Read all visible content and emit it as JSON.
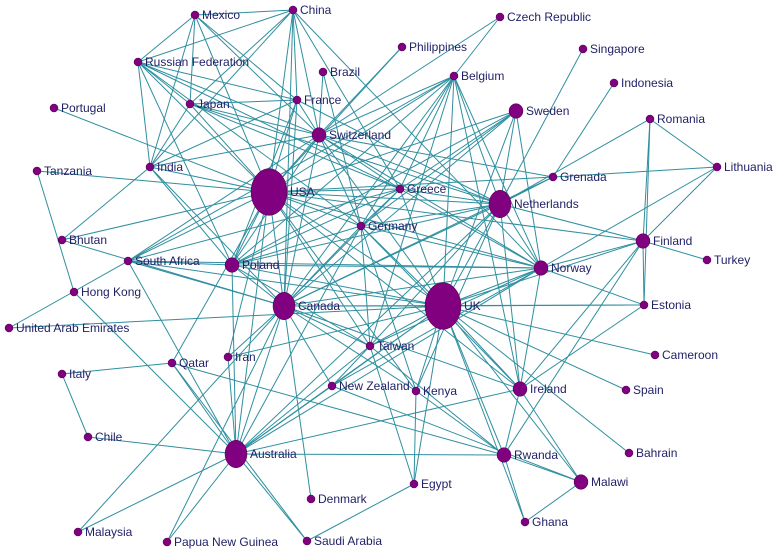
{
  "colors": {
    "edge": "#2f8f9f",
    "node": "#800080",
    "label": "#1f1f66"
  },
  "nodes": [
    {
      "id": "Mexico",
      "label": "Mexico",
      "size": "small"
    },
    {
      "id": "China",
      "label": "China",
      "size": "small"
    },
    {
      "id": "CzechRepublic",
      "label": "Czech Republic",
      "size": "small"
    },
    {
      "id": "Philippines",
      "label": "Philippines",
      "size": "small"
    },
    {
      "id": "Singapore",
      "label": "Singapore",
      "size": "small"
    },
    {
      "id": "Belgium",
      "label": "Belgium",
      "size": "small"
    },
    {
      "id": "Russia",
      "label": "Russian Federation",
      "size": "small"
    },
    {
      "id": "Brazil",
      "label": "Brazil",
      "size": "small"
    },
    {
      "id": "Indonesia",
      "label": "Indonesia",
      "size": "small"
    },
    {
      "id": "Portugal",
      "label": "Portugal",
      "size": "small"
    },
    {
      "id": "Japan",
      "label": "Japan",
      "size": "small"
    },
    {
      "id": "France",
      "label": "France",
      "size": "small"
    },
    {
      "id": "Sweden",
      "label": "Sweden",
      "size": "medium"
    },
    {
      "id": "Romania",
      "label": "Romania",
      "size": "small"
    },
    {
      "id": "Switzerland",
      "label": "Switzerland",
      "size": "medium"
    },
    {
      "id": "Tanzania",
      "label": "Tanzania",
      "size": "small"
    },
    {
      "id": "India",
      "label": "India",
      "size": "small"
    },
    {
      "id": "USA",
      "label": "USA",
      "size": "xlarge"
    },
    {
      "id": "Grenada",
      "label": "Grenada",
      "size": "small"
    },
    {
      "id": "Lithuania",
      "label": "Lithuania",
      "size": "small"
    },
    {
      "id": "Greece",
      "label": "Greece",
      "size": "small"
    },
    {
      "id": "Netherlands",
      "label": "Netherlands",
      "size": "large"
    },
    {
      "id": "Germany",
      "label": "Germany",
      "size": "small"
    },
    {
      "id": "Bhutan",
      "label": "Bhutan",
      "size": "small"
    },
    {
      "id": "Finland",
      "label": "Finland",
      "size": "medium"
    },
    {
      "id": "SouthAfrica",
      "label": "South Africa",
      "size": "small"
    },
    {
      "id": "Poland",
      "label": "Poland",
      "size": "medium"
    },
    {
      "id": "Norway",
      "label": "Norway",
      "size": "medium"
    },
    {
      "id": "Turkey",
      "label": "Turkey",
      "size": "small"
    },
    {
      "id": "HongKong",
      "label": "Hong Kong",
      "size": "small"
    },
    {
      "id": "UK",
      "label": "UK",
      "size": "xlarge"
    },
    {
      "id": "Canada",
      "label": "Canada",
      "size": "large"
    },
    {
      "id": "Estonia",
      "label": "Estonia",
      "size": "small"
    },
    {
      "id": "UAE",
      "label": "United Arab Emirates",
      "size": "small"
    },
    {
      "id": "Taiwan",
      "label": "Taiwan",
      "size": "small"
    },
    {
      "id": "Iran",
      "label": "Iran",
      "size": "small"
    },
    {
      "id": "Qatar",
      "label": "Qatar",
      "size": "small"
    },
    {
      "id": "Cameroon",
      "label": "Cameroon",
      "size": "small"
    },
    {
      "id": "Italy",
      "label": "Italy",
      "size": "small"
    },
    {
      "id": "NewZealand",
      "label": "New Zealand",
      "size": "small"
    },
    {
      "id": "Kenya",
      "label": "Kenya",
      "size": "small"
    },
    {
      "id": "Ireland",
      "label": "Ireland",
      "size": "medium"
    },
    {
      "id": "Spain",
      "label": "Spain",
      "size": "small"
    },
    {
      "id": "Chile",
      "label": "Chile",
      "size": "small"
    },
    {
      "id": "Australia",
      "label": "Australia",
      "size": "large"
    },
    {
      "id": "Rwanda",
      "label": "Rwanda",
      "size": "medium"
    },
    {
      "id": "Bahrain",
      "label": "Bahrain",
      "size": "small"
    },
    {
      "id": "Malawi",
      "label": "Malawi",
      "size": "medium"
    },
    {
      "id": "Denmark",
      "label": "Denmark",
      "size": "small"
    },
    {
      "id": "Egypt",
      "label": "Egypt",
      "size": "small"
    },
    {
      "id": "Ghana",
      "label": "Ghana",
      "size": "small"
    },
    {
      "id": "Malaysia",
      "label": "Malaysia",
      "size": "small"
    },
    {
      "id": "PapuaNewGuinea",
      "label": "Papua New Guinea",
      "size": "small"
    },
    {
      "id": "SaudiArabia",
      "label": "Saudi Arabia",
      "size": "small"
    }
  ],
  "edges": [
    [
      "Mexico",
      "China"
    ],
    [
      "Mexico",
      "Russia"
    ],
    [
      "Mexico",
      "Japan"
    ],
    [
      "Mexico",
      "France"
    ],
    [
      "Mexico",
      "USA"
    ],
    [
      "Mexico",
      "Switzerland"
    ],
    [
      "Mexico",
      "India"
    ],
    [
      "China",
      "Russia"
    ],
    [
      "China",
      "Japan"
    ],
    [
      "China",
      "France"
    ],
    [
      "China",
      "USA"
    ],
    [
      "China",
      "Switzerland"
    ],
    [
      "China",
      "India"
    ],
    [
      "China",
      "Canada"
    ],
    [
      "China",
      "Norway"
    ],
    [
      "China",
      "Greece"
    ],
    [
      "Russia",
      "Japan"
    ],
    [
      "Russia",
      "France"
    ],
    [
      "Russia",
      "USA"
    ],
    [
      "Russia",
      "Switzerland"
    ],
    [
      "Russia",
      "India"
    ],
    [
      "Russia",
      "Poland"
    ],
    [
      "Russia",
      "Germany"
    ],
    [
      "Russia",
      "Greece"
    ],
    [
      "Japan",
      "France"
    ],
    [
      "Japan",
      "USA"
    ],
    [
      "Japan",
      "Switzerland"
    ],
    [
      "Japan",
      "India"
    ],
    [
      "Japan",
      "Netherlands"
    ],
    [
      "Japan",
      "Greece"
    ],
    [
      "France",
      "USA"
    ],
    [
      "France",
      "Switzerland"
    ],
    [
      "France",
      "India"
    ],
    [
      "France",
      "Netherlands"
    ],
    [
      "France",
      "Canada"
    ],
    [
      "France",
      "Poland"
    ],
    [
      "Brazil",
      "Switzerland"
    ],
    [
      "Brazil",
      "Germany"
    ],
    [
      "Philippines",
      "USA"
    ],
    [
      "Philippines",
      "Switzerland"
    ],
    [
      "CzechRepublic",
      "Belgium"
    ],
    [
      "CzechRepublic",
      "Switzerland"
    ],
    [
      "Belgium",
      "USA"
    ],
    [
      "Belgium",
      "Canada"
    ],
    [
      "Belgium",
      "UK"
    ],
    [
      "Belgium",
      "Netherlands"
    ],
    [
      "Belgium",
      "Norway"
    ],
    [
      "Belgium",
      "Germany"
    ],
    [
      "Belgium",
      "Greece"
    ],
    [
      "Belgium",
      "Switzerland"
    ],
    [
      "Belgium",
      "Poland"
    ],
    [
      "Belgium",
      "SouthAfrica"
    ],
    [
      "Belgium",
      "Taiwan"
    ],
    [
      "Belgium",
      "Ireland"
    ],
    [
      "Singapore",
      "Netherlands"
    ],
    [
      "Indonesia",
      "Grenada"
    ],
    [
      "Sweden",
      "USA"
    ],
    [
      "Sweden",
      "UK"
    ],
    [
      "Sweden",
      "Netherlands"
    ],
    [
      "Sweden",
      "Norway"
    ],
    [
      "Sweden",
      "Canada"
    ],
    [
      "Sweden",
      "Greece"
    ],
    [
      "Sweden",
      "Germany"
    ],
    [
      "Sweden",
      "Poland"
    ],
    [
      "Romania",
      "Finland"
    ],
    [
      "Romania",
      "Lithuania"
    ],
    [
      "Romania",
      "Netherlands"
    ],
    [
      "Romania",
      "Estonia"
    ],
    [
      "Portugal",
      "USA"
    ],
    [
      "Switzerland",
      "USA"
    ],
    [
      "Switzerland",
      "India"
    ],
    [
      "Switzerland",
      "Netherlands"
    ],
    [
      "Switzerland",
      "Greece"
    ],
    [
      "Switzerland",
      "Germany"
    ],
    [
      "Switzerland",
      "Norway"
    ],
    [
      "Switzerland",
      "UK"
    ],
    [
      "Switzerland",
      "Canada"
    ],
    [
      "Switzerland",
      "Poland"
    ],
    [
      "Switzerland",
      "Grenada"
    ],
    [
      "Switzerland",
      "SouthAfrica"
    ],
    [
      "Tanzania",
      "USA"
    ],
    [
      "Tanzania",
      "HongKong"
    ],
    [
      "India",
      "USA"
    ],
    [
      "India",
      "Poland"
    ],
    [
      "India",
      "Bhutan"
    ],
    [
      "India",
      "Canada"
    ],
    [
      "USA",
      "Greece"
    ],
    [
      "USA",
      "Netherlands"
    ],
    [
      "USA",
      "Germany"
    ],
    [
      "USA",
      "Canada"
    ],
    [
      "USA",
      "UK"
    ],
    [
      "USA",
      "Norway"
    ],
    [
      "USA",
      "Poland"
    ],
    [
      "USA",
      "SouthAfrica"
    ],
    [
      "USA",
      "Taiwan"
    ],
    [
      "USA",
      "Australia"
    ],
    [
      "USA",
      "Bhutan"
    ],
    [
      "USA",
      "Finland"
    ],
    [
      "USA",
      "Grenada"
    ],
    [
      "USA",
      "Kenya"
    ],
    [
      "USA",
      "Iran"
    ],
    [
      "USA",
      "Qatar"
    ],
    [
      "USA",
      "Ireland"
    ],
    [
      "Grenada",
      "Lithuania"
    ],
    [
      "Grenada",
      "Netherlands"
    ],
    [
      "Grenada",
      "Canada"
    ],
    [
      "Lithuania",
      "Finland"
    ],
    [
      "Lithuania",
      "Norway"
    ],
    [
      "Greece",
      "Netherlands"
    ],
    [
      "Greece",
      "Germany"
    ],
    [
      "Greece",
      "Norway"
    ],
    [
      "Greece",
      "Canada"
    ],
    [
      "Greece",
      "UK"
    ],
    [
      "Greece",
      "Poland"
    ],
    [
      "Greece",
      "SouthAfrica"
    ],
    [
      "Netherlands",
      "Germany"
    ],
    [
      "Netherlands",
      "Norway"
    ],
    [
      "Netherlands",
      "UK"
    ],
    [
      "Netherlands",
      "Canada"
    ],
    [
      "Netherlands",
      "Finland"
    ],
    [
      "Netherlands",
      "Poland"
    ],
    [
      "Netherlands",
      "Taiwan"
    ],
    [
      "Netherlands",
      "Kenya"
    ],
    [
      "Netherlands",
      "Ireland"
    ],
    [
      "Netherlands",
      "Australia"
    ],
    [
      "Germany",
      "Norway"
    ],
    [
      "Germany",
      "UK"
    ],
    [
      "Germany",
      "Canada"
    ],
    [
      "Germany",
      "Poland"
    ],
    [
      "Germany",
      "Australia"
    ],
    [
      "Germany",
      "Taiwan"
    ],
    [
      "Germany",
      "Ireland"
    ],
    [
      "Germany",
      "Kenya"
    ],
    [
      "Bhutan",
      "Canada"
    ],
    [
      "Finland",
      "Turkey"
    ],
    [
      "Finland",
      "Norway"
    ],
    [
      "Finland",
      "Estonia"
    ],
    [
      "Finland",
      "UK"
    ],
    [
      "Finland",
      "Ireland"
    ],
    [
      "Finland",
      "Rwanda"
    ],
    [
      "SouthAfrica",
      "Canada"
    ],
    [
      "SouthAfrica",
      "UK"
    ],
    [
      "SouthAfrica",
      "Poland"
    ],
    [
      "SouthAfrica",
      "UAE"
    ],
    [
      "SouthAfrica",
      "Australia"
    ],
    [
      "SouthAfrica",
      "Norway"
    ],
    [
      "Poland",
      "Canada"
    ],
    [
      "Poland",
      "UK"
    ],
    [
      "Poland",
      "Norway"
    ],
    [
      "Poland",
      "Australia"
    ],
    [
      "Poland",
      "Taiwan"
    ],
    [
      "Norway",
      "UK"
    ],
    [
      "Norway",
      "Canada"
    ],
    [
      "Norway",
      "Taiwan"
    ],
    [
      "Norway",
      "Estonia"
    ],
    [
      "Norway",
      "Ireland"
    ],
    [
      "Norway",
      "Australia"
    ],
    [
      "Norway",
      "NewZealand"
    ],
    [
      "HongKong",
      "Australia"
    ],
    [
      "UK",
      "Canada"
    ],
    [
      "UK",
      "Estonia"
    ],
    [
      "UK",
      "Taiwan"
    ],
    [
      "UK",
      "Ireland"
    ],
    [
      "UK",
      "Cameroon"
    ],
    [
      "UK",
      "Spain"
    ],
    [
      "UK",
      "Kenya"
    ],
    [
      "UK",
      "Rwanda"
    ],
    [
      "UK",
      "Malawi"
    ],
    [
      "UK",
      "Australia"
    ],
    [
      "UK",
      "UAE"
    ],
    [
      "UK",
      "NewZealand"
    ],
    [
      "UK",
      "Bahrain"
    ],
    [
      "UK",
      "Ghana"
    ],
    [
      "UK",
      "Egypt"
    ],
    [
      "UK",
      "Iran"
    ],
    [
      "Canada",
      "Australia"
    ],
    [
      "Canada",
      "Taiwan"
    ],
    [
      "Canada",
      "Denmark"
    ],
    [
      "Canada",
      "Iran"
    ],
    [
      "Canada",
      "PapuaNewGuinea"
    ],
    [
      "Canada",
      "Kenya"
    ],
    [
      "Canada",
      "NewZealand"
    ],
    [
      "Canada",
      "Ireland"
    ],
    [
      "Canada",
      "Estonia"
    ],
    [
      "Canada",
      "Malaysia"
    ],
    [
      "Taiwan",
      "Australia"
    ],
    [
      "Taiwan",
      "Egypt"
    ],
    [
      "Taiwan",
      "Rwanda"
    ],
    [
      "Taiwan",
      "NewZealand"
    ],
    [
      "Iran",
      "Australia"
    ],
    [
      "Qatar",
      "Australia"
    ],
    [
      "Qatar",
      "Rwanda"
    ],
    [
      "Qatar",
      "SaudiArabia"
    ],
    [
      "Italy",
      "Chile"
    ],
    [
      "Italy",
      "Qatar"
    ],
    [
      "Chile",
      "Australia"
    ],
    [
      "NewZealand",
      "Australia"
    ],
    [
      "NewZealand",
      "Malawi"
    ],
    [
      "Kenya",
      "Egypt"
    ],
    [
      "Kenya",
      "Rwanda"
    ],
    [
      "Ireland",
      "Australia"
    ],
    [
      "Ireland",
      "Rwanda"
    ],
    [
      "Ireland",
      "Malawi"
    ],
    [
      "Ireland",
      "Estonia"
    ],
    [
      "Australia",
      "PapuaNewGuinea"
    ],
    [
      "Australia",
      "SaudiArabia"
    ],
    [
      "Australia",
      "Malaysia"
    ],
    [
      "Australia",
      "Rwanda"
    ],
    [
      "Rwanda",
      "Malawi"
    ],
    [
      "Rwanda",
      "Ghana"
    ],
    [
      "Malawi",
      "Ghana"
    ],
    [
      "Egypt",
      "SaudiArabia"
    ]
  ]
}
